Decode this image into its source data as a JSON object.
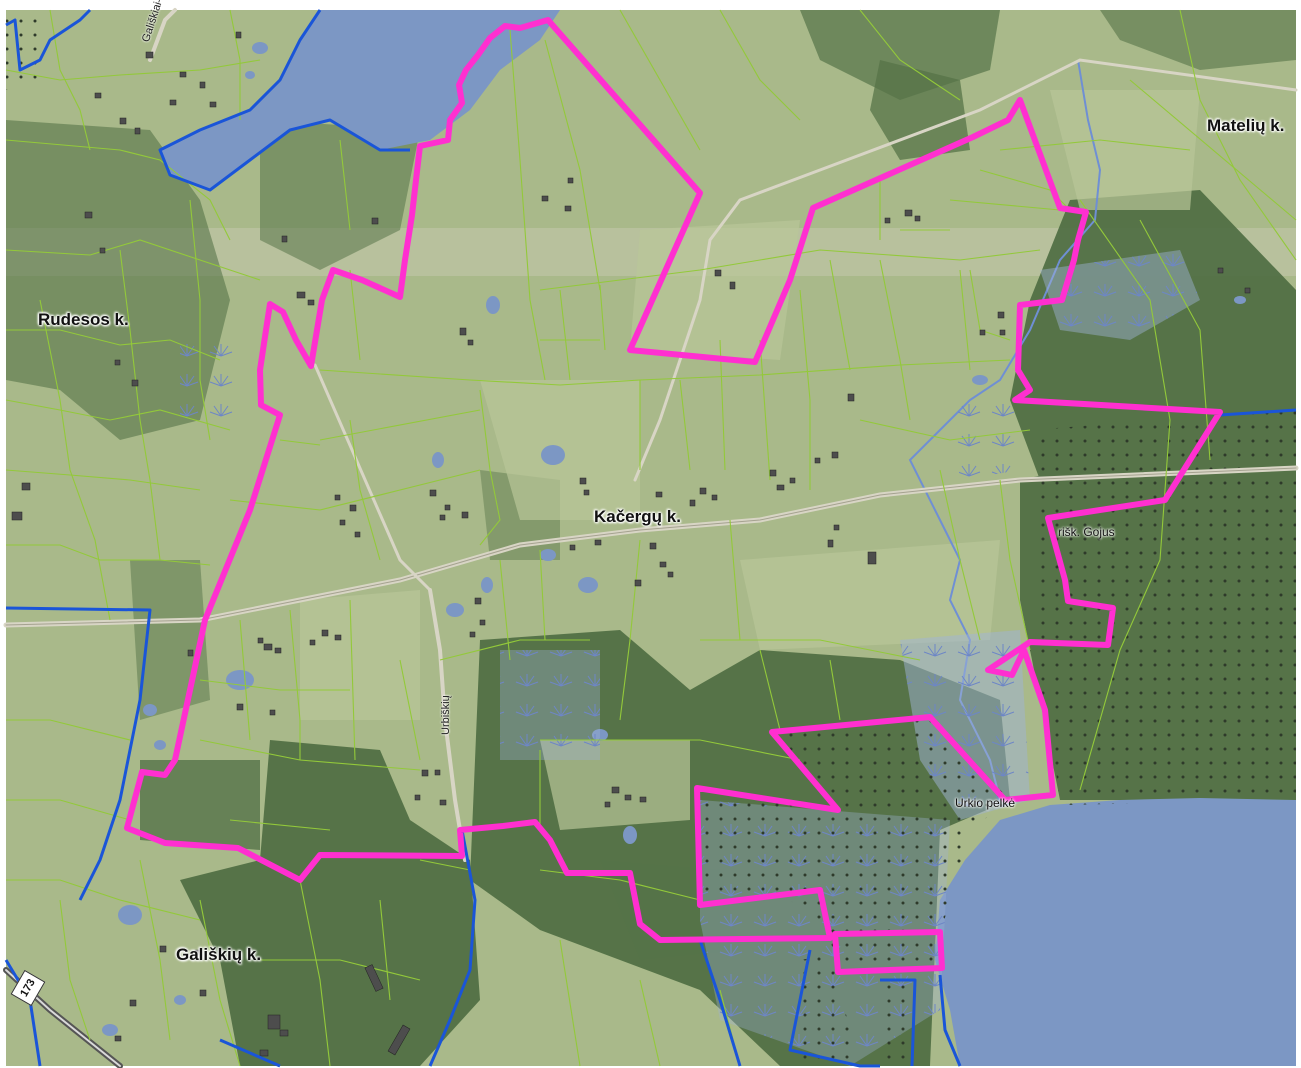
{
  "map": {
    "colors": {
      "background": "#ffffff",
      "field": "#a9b98a",
      "forest": "#4f6e43",
      "water": "#7c97c4",
      "parcel_line": "#93c93a",
      "district_line": "#1a55d8",
      "study_boundary": "#ff2fd0",
      "building": "#4d4d4d",
      "protected_dot": "#2e3a2a",
      "road": "#d8d5c5"
    },
    "labels": {
      "kacergu": "Kačergų k.",
      "rudesos": "Rudesos k.",
      "mateliu": "Matelių k.",
      "galiskiu": "Gališkių k.",
      "gojus": "rišk. Gojus",
      "urkio": "Urkio pelkė",
      "road_top": "Gališkiai–Kačergai",
      "road_mid": "Urbiškių"
    },
    "route_shield": "173"
  }
}
